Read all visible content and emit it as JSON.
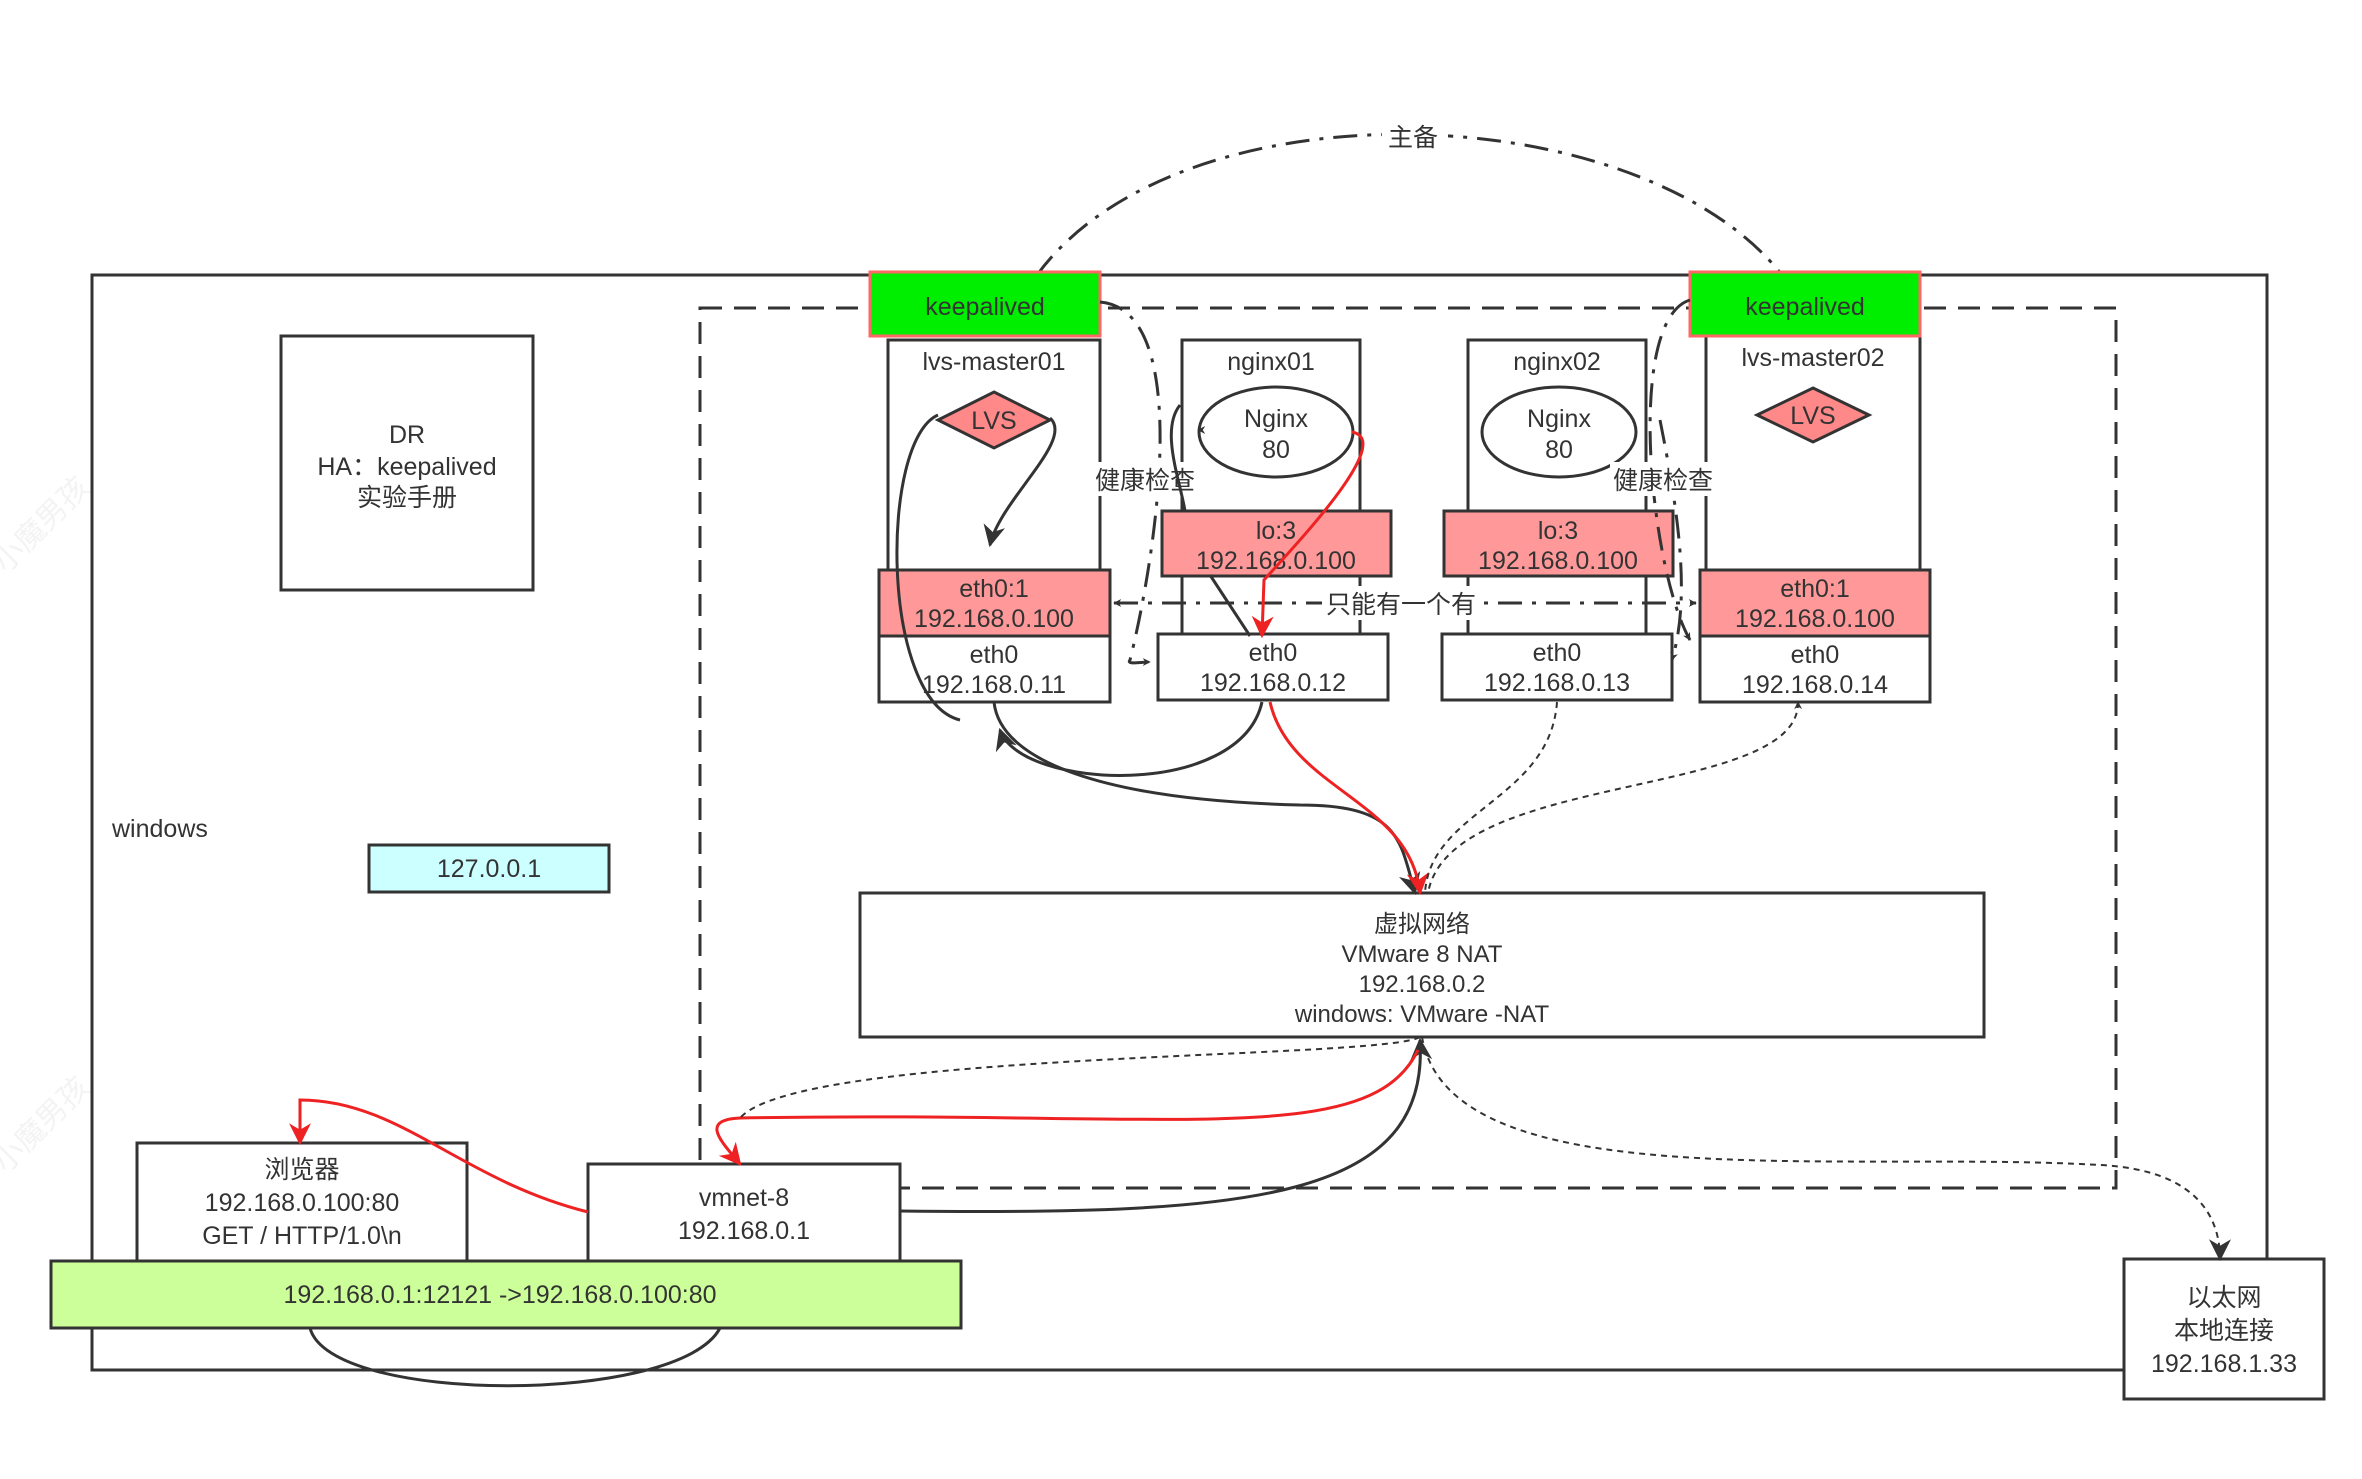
{
  "colors": {
    "stroke": "#333333",
    "keepalived_fill": "#00ee00",
    "keepalived_border": "#ff6666",
    "vip_fill": "#ff9999",
    "lvs_fill": "#ff8888",
    "loopback_fill": "#ccffff",
    "flow_fill": "#ccff99",
    "red_flow": "#ee2222"
  },
  "windows_label": "windows",
  "note_box": {
    "line1": "DR",
    "line2": "HA：keepalived",
    "line3": "实验手册"
  },
  "loopback_box": "127.0.0.1",
  "labels": {
    "master_backup": "主备",
    "health_check": "健康检查",
    "only_one": "只能有一个有"
  },
  "keepalived_left": "keepalived",
  "keepalived_right": "keepalived",
  "servers": {
    "lvs_master01": {
      "title": "lvs-master01",
      "lvs": "LVS",
      "vip_name": "eth0:1",
      "vip_ip": "192.168.0.100",
      "eth_name": "eth0",
      "eth_ip": "192.168.0.11"
    },
    "nginx01": {
      "title": "nginx01",
      "nginx": "Nginx",
      "port": "80",
      "lo_name": "lo:3",
      "lo_ip": "192.168.0.100",
      "eth_name": "eth0",
      "eth_ip": "192.168.0.12"
    },
    "nginx02": {
      "title": "nginx02",
      "nginx": "Nginx",
      "port": "80",
      "lo_name": "lo:3",
      "lo_ip": "192.168.0.100",
      "eth_name": "eth0",
      "eth_ip": "192.168.0.13"
    },
    "lvs_master02": {
      "title": "lvs-master02",
      "lvs": "LVS",
      "vip_name": "eth0:1",
      "vip_ip": "192.168.0.100",
      "eth_name": "eth0",
      "eth_ip": "192.168.0.14"
    }
  },
  "virtual_network": {
    "line1": "虚拟网络",
    "line2": "VMware 8   NAT",
    "line3": "192.168.0.2",
    "line4": "windows: VMware -NAT"
  },
  "browser": {
    "line1": "浏览器",
    "line2": "192.168.0.100:80",
    "line3": "GET / HTTP/1.0\\n"
  },
  "vmnet": {
    "line1": "vmnet-8",
    "line2": "192.168.0.1"
  },
  "flow_bar": "192.168.0.1:12121 ->192.168.0.100:80",
  "ethernet": {
    "line1": "以太网",
    "line2": "本地连接",
    "line3": "192.168.1.33"
  },
  "watermark": "小魔男孩"
}
